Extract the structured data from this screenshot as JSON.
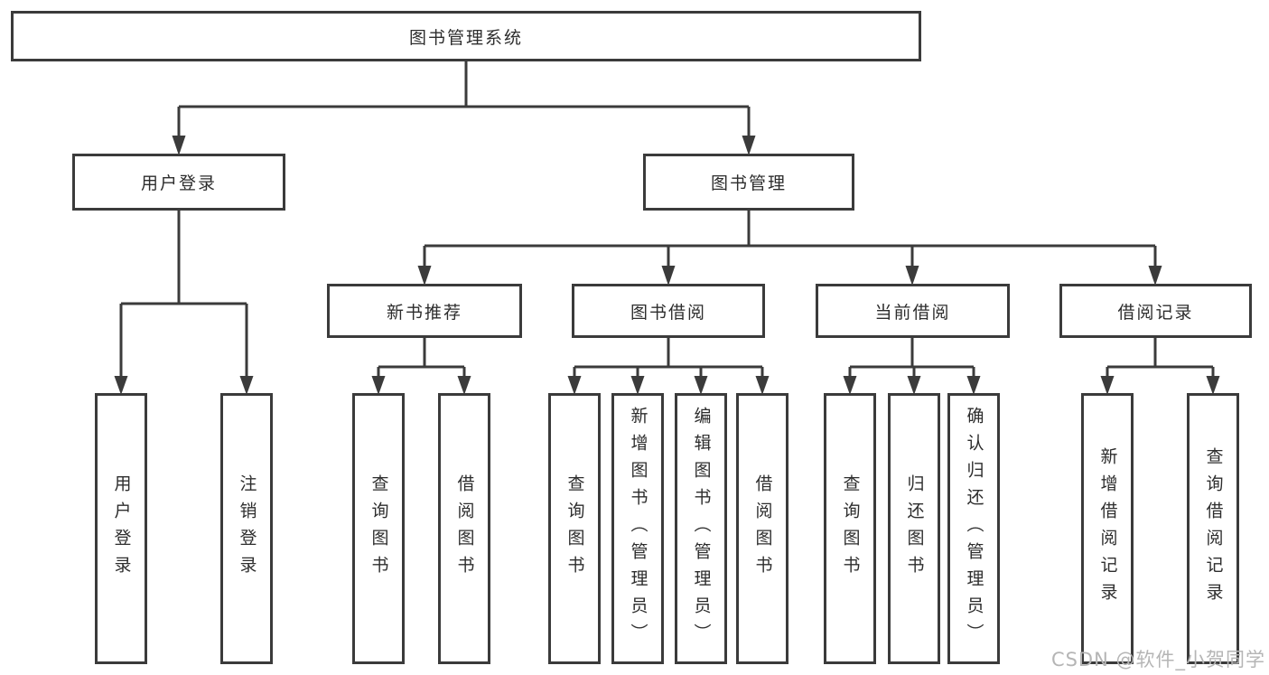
{
  "tree": {
    "root": {
      "label": "图书管理系统",
      "children": [
        {
          "label": "用户登录",
          "children": [
            {
              "label": "用户登录"
            },
            {
              "label": "注销登录"
            }
          ]
        },
        {
          "label": "图书管理",
          "children": [
            {
              "label": "新书推荐",
              "children": [
                {
                  "label": "查询图书"
                },
                {
                  "label": "借阅图书"
                }
              ]
            },
            {
              "label": "图书借阅",
              "children": [
                {
                  "label": "查询图书"
                },
                {
                  "label": "新增图书（管理员）"
                },
                {
                  "label": "编辑图书（管理员）"
                },
                {
                  "label": "借阅图书"
                }
              ]
            },
            {
              "label": "当前借阅",
              "children": [
                {
                  "label": "查询图书"
                },
                {
                  "label": "归还图书"
                },
                {
                  "label": "确认归还（管理员）"
                }
              ]
            },
            {
              "label": "借阅记录",
              "children": [
                {
                  "label": "新增借阅记录"
                },
                {
                  "label": "查询借阅记录"
                }
              ]
            }
          ]
        }
      ]
    }
  },
  "watermark": "CSDN @软件_小贺同学",
  "colors": {
    "line": "#3b3b3b",
    "box_border": "#3b3b3b",
    "box_fill": "#ffffff",
    "text": "#2d2d2d",
    "watermark": "#b5b5b5",
    "background": "#ffffff"
  }
}
